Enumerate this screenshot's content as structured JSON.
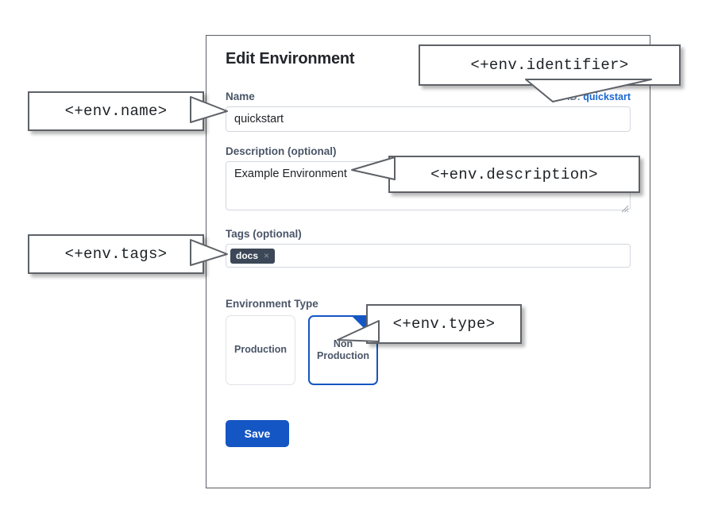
{
  "dialog": {
    "title": "Edit Environment",
    "identifier": {
      "prefix": "ID:",
      "value": "quickstart"
    },
    "fields": {
      "name": {
        "label": "Name",
        "value": "quickstart",
        "placeholder": ""
      },
      "description": {
        "label": "Description (optional)",
        "value": "Example Environment",
        "placeholder": ""
      },
      "tags": {
        "label": "Tags (optional)",
        "chips": [
          {
            "text": "docs",
            "remove_glyph": "×"
          }
        ],
        "placeholder": ""
      },
      "environment_type": {
        "label": "Environment Type",
        "options": [
          {
            "label": "Production",
            "selected": false
          },
          {
            "label": "Non\nProduction",
            "line1": "Non",
            "line2": "Production",
            "selected": true
          }
        ]
      }
    },
    "save_label": "Save"
  },
  "callouts": [
    {
      "id": "name",
      "text": "<+env.name>"
    },
    {
      "id": "identifier",
      "text": "<+env.identifier>"
    },
    {
      "id": "description",
      "text": "<+env.description>"
    },
    {
      "id": "tags",
      "text": "<+env.tags>"
    },
    {
      "id": "type",
      "text": "<+env.type>"
    }
  ],
  "colors": {
    "accent_blue": "#1456c4",
    "link_blue": "#1967d2",
    "label_slate": "#4a5568",
    "chip_dark": "#3c4857",
    "panel_border": "#5a5f66",
    "callout_border": "#5e6268"
  }
}
